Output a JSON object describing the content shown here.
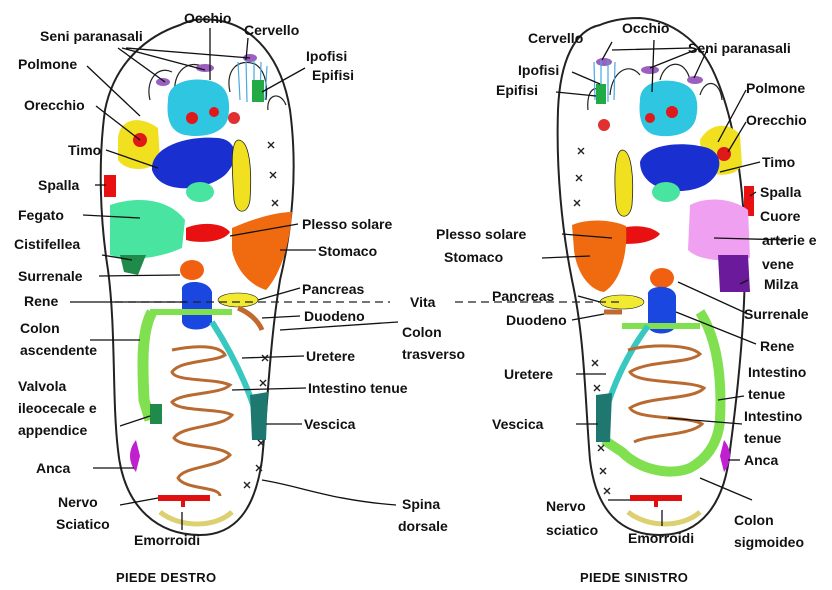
{
  "colors": {
    "outline": "#222222",
    "sinus": "#9b5fc0",
    "eye": "#2ec6e0",
    "pituitary": "#e03030",
    "pineal": "#22aa44",
    "lung": "#f0e020",
    "ear": "#e01818",
    "thymus": "#1a2fd0",
    "shoulder": "#e81010",
    "liver": "#48e4a0",
    "gallbladder": "#1f8a4a",
    "adrenal": "#f06010",
    "kidney": "#1a47e0",
    "solar_plexus": "#e81010",
    "stomach": "#f06a10",
    "pancreas": "#f2ea30",
    "duodenum": "#c06a30",
    "colon": "#80e050",
    "small_intestine": "#b86a30",
    "ureter": "#38c8c0",
    "bladder": "#1e7870",
    "hip": "#c020d0",
    "sciatic": "#e01010",
    "hemorrhoids": "#dcd070",
    "heart": "#f0a0f0",
    "spleen": "#6a1a9a",
    "spine": "#222222"
  },
  "right_foot": {
    "caption": "PIEDE DESTRO",
    "labels": {
      "sinuses": "Seni paranasali",
      "eye": "Occhio",
      "brain": "Cervello",
      "pituitary": "Ipofisi",
      "pineal": "Epifisi",
      "lung": "Polmone",
      "ear": "Orecchio",
      "thymus": "Timo",
      "shoulder": "Spalla",
      "liver": "Fegato",
      "gallbladder": "Cistifellea",
      "solar_plexus": "Plesso solare",
      "stomach": "Stomaco",
      "adrenal": "Surrenale",
      "kidney": "Rene",
      "pancreas": "Pancreas",
      "duodenum": "Duodeno",
      "ascending_colon_1": "Colon",
      "ascending_colon_2": "ascendente",
      "transverse_colon_1": "Colon",
      "transverse_colon_2": "trasverso",
      "ureter": "Uretere",
      "small_intestine": "Intestino tenue",
      "valve_1": "Valvola",
      "valve_2": "ileocecale e",
      "valve_3": "appendice",
      "bladder": "Vescica",
      "hip": "Anca",
      "sciatic_1": "Nervo",
      "sciatic_2": "Sciatico",
      "hemorrhoids": "Emorroidi"
    }
  },
  "center": {
    "waist": "Vita",
    "spine_1": "Spina",
    "spine_2": "dorsale"
  },
  "left_foot": {
    "caption": "PIEDE SINISTRO",
    "labels": {
      "brain": "Cervello",
      "eye": "Occhio",
      "sinuses": "Seni paranasali",
      "pituitary": "Ipofisi",
      "pineal": "Epifisi",
      "lung": "Polmone",
      "ear": "Orecchio",
      "thymus": "Timo",
      "shoulder": "Spalla",
      "heart_1": "Cuore",
      "heart_2": "arterie e",
      "heart_3": "vene",
      "solar_plexus": "Plesso solare",
      "stomach": "Stomaco",
      "spleen": "Milza",
      "pancreas": "Pancreas",
      "duodenum": "Duodeno",
      "adrenal": "Surrenale",
      "kidney": "Rene",
      "ureter": "Uretere",
      "small_intestine_a1": "Intestino",
      "small_intestine_a2": "tenue",
      "small_intestine_b1": "Intestino",
      "small_intestine_b2": "tenue",
      "bladder": "Vescica",
      "hip": "Anca",
      "sciatic_1": "Nervo",
      "sciatic_2": "sciatico",
      "hemorrhoids": "Emorroidi",
      "sigmoid_1": "Colon",
      "sigmoid_2": "sigmoideo"
    }
  }
}
